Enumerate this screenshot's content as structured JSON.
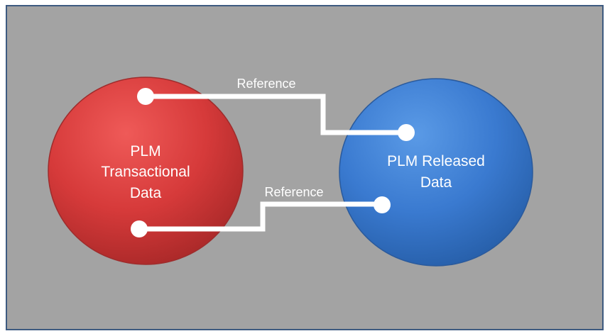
{
  "nodes": {
    "transactional": {
      "line1": "PLM",
      "line2": "Transactional",
      "line3": "Data",
      "color": "#d63a3a"
    },
    "released": {
      "line1": "PLM Released",
      "line2": "Data",
      "color": "#3a7ad0"
    }
  },
  "connectors": {
    "top_label": "Reference",
    "bottom_label": "Reference",
    "color": "#ffffff"
  },
  "background_color": "#a3a3a3",
  "border_color": "#3d5a80"
}
